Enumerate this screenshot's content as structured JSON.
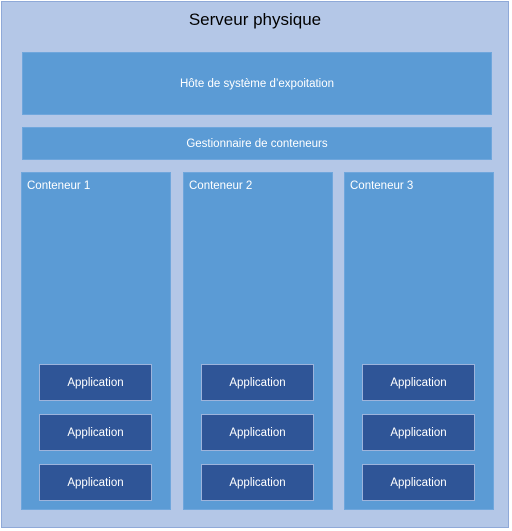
{
  "server": {
    "title": "Serveur physique"
  },
  "os_host": {
    "label": "Hôte de système d’expoitation"
  },
  "container_manager": {
    "label": "Gestionnaire de conteneurs"
  },
  "containers": [
    {
      "label": "Conteneur 1",
      "apps": [
        "Application",
        "Application",
        "Application"
      ]
    },
    {
      "label": "Conteneur 2",
      "apps": [
        "Application",
        "Application",
        "Application"
      ]
    },
    {
      "label": "Conteneur 3",
      "apps": [
        "Application",
        "Application",
        "Application"
      ]
    }
  ],
  "colors": {
    "server_background": "#b4c7e7",
    "layer_fill": "#5b9bd5",
    "application_fill": "#2f5597",
    "text_on_layers": "#ffffff"
  }
}
